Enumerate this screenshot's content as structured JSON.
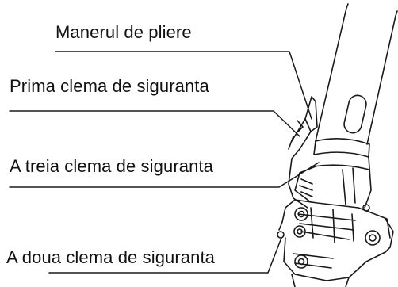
{
  "labels": {
    "folding_handle": "Manerul de pliere",
    "first_safety_clip": "Prima clema de siguranta",
    "third_safety_clip": "A treia clema de siguranta",
    "second_safety_clip": "A doua clema de siguranta"
  },
  "colors": {
    "line": "#1a1a1a",
    "background": "#ffffff"
  }
}
